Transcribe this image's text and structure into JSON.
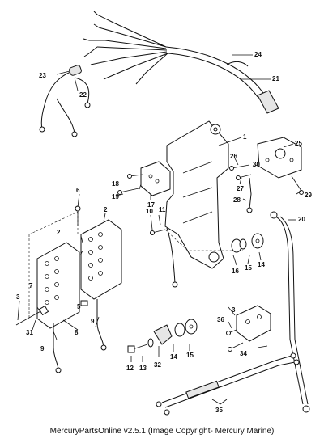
{
  "footer_text": "MercuryPartsOnline v2.5.1 (Image Copyright- Mercury Marine)",
  "callouts": [
    "1",
    "2",
    "2",
    "3",
    "3",
    "5",
    "6",
    "7",
    "7",
    "8",
    "9",
    "9",
    "10",
    "11",
    "12",
    "13",
    "14",
    "14",
    "15",
    "15",
    "16",
    "17",
    "18",
    "19",
    "20",
    "21",
    "22",
    "23",
    "24",
    "25",
    "26",
    "27",
    "28",
    "29",
    "30",
    "31",
    "32",
    "34",
    "35",
    "36"
  ]
}
